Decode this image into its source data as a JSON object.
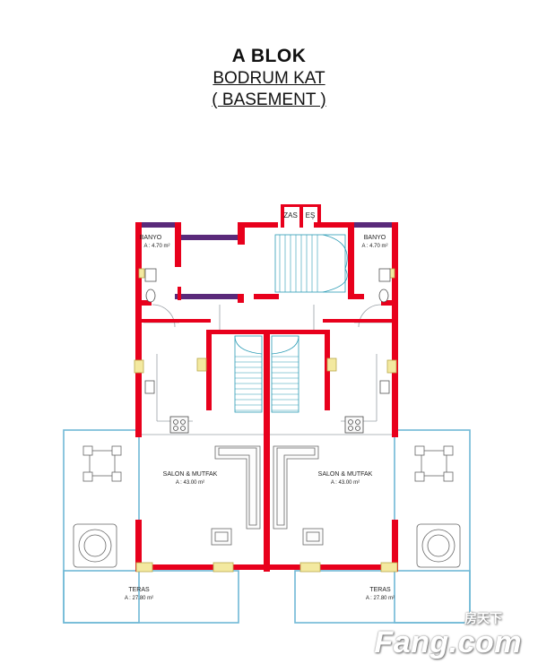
{
  "title": {
    "block": "A BLOK",
    "floor": "BODRUM KAT",
    "floor_en": "( BASEMENT )"
  },
  "rooms": {
    "banyo_left": {
      "name": "BANYO",
      "area": "A : 4.70 m²"
    },
    "banyo_right": {
      "name": "BANYO",
      "area": "A : 4.70 m²"
    },
    "salon_left": {
      "name": "SALON & MUTFAK",
      "area": "A : 43.00 m²"
    },
    "salon_right": {
      "name": "SALON & MUTFAK",
      "area": "A : 43.00 m²"
    },
    "teras_left": {
      "name": "TERAS",
      "area": "A : 27.80 m²"
    },
    "teras_right": {
      "name": "TERAS",
      "area": "A : 27.80 m²"
    }
  },
  "shafts": {
    "left": "ZAS",
    "right": "EŞ"
  },
  "watermark": {
    "cn": "房天下",
    "en": "Fang.com"
  },
  "colors": {
    "wall": "#e8001c",
    "wall_purple": "#5a2a7a",
    "terrace": "#6fb8d6",
    "stairs": "#2a9bb5",
    "window": "#f3e9a0"
  }
}
